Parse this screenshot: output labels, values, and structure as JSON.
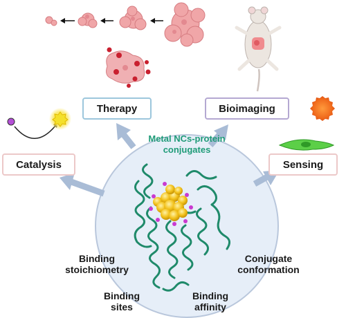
{
  "center": {
    "title_line1": "Metal NCs-protein",
    "title_line2": "conjugates"
  },
  "applications": {
    "catalysis": "Catalysis",
    "therapy": "Therapy",
    "bioimaging": "Bioimaging",
    "sensing": "Sensing"
  },
  "factors": {
    "binding_stoichiometry_line1": "Binding",
    "binding_stoichiometry_line2": "stoichiometry",
    "binding_sites_line1": "Binding",
    "binding_sites_line2": "sites",
    "binding_affinity_line1": "Binding",
    "binding_affinity_line2": "affinity",
    "conjugate_conformation_line1": "Conjugate",
    "conjugate_conformation_line2": "conformation"
  },
  "colors": {
    "circle_fill": "#e6eef8",
    "circle_stroke": "#b9c7dc",
    "arrow": "#a9bcd6",
    "protein": "#1f8a6a",
    "cluster": "#f2c11b",
    "ligand": "#c93ad0",
    "tumor": "#f0a6a8",
    "drug": "#c9202f",
    "reactant": "#b44fd6",
    "product": "#f4e02a",
    "sensor_orange": "#f06a1c",
    "sensor_green": "#4ec53a"
  }
}
